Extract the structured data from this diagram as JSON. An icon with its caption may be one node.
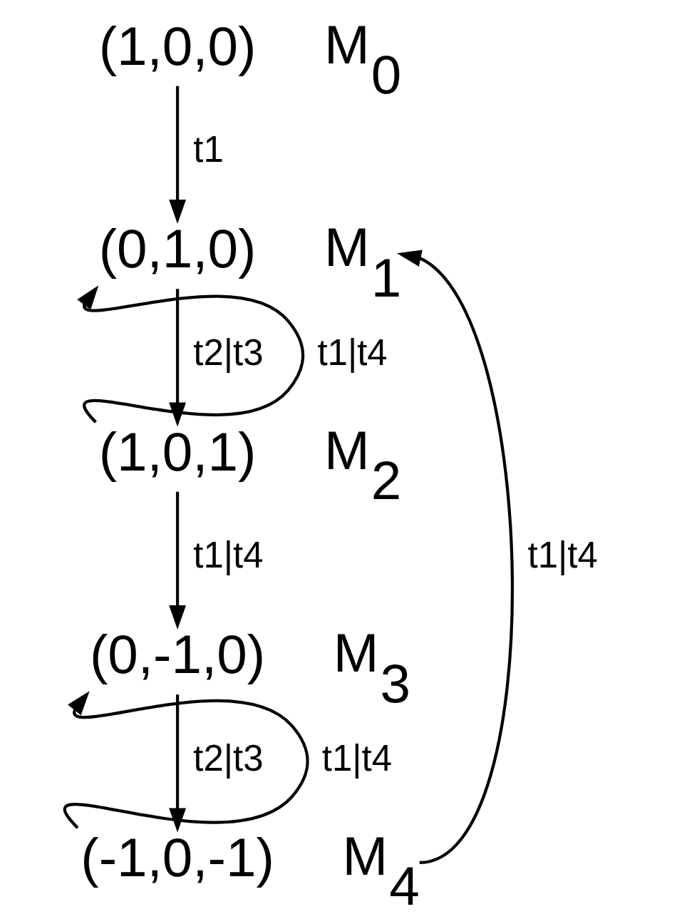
{
  "diagram": {
    "nodes": [
      {
        "text": [
          "(1,0,0)"
        ],
        "beside": [
          "M$_{0}$"
        ]
      },
      {
        "text": [
          "(0,1,0)"
        ],
        "beside": [
          "M$_{1}$"
        ]
      },
      {
        "text": [
          "(1,0,1)"
        ],
        "beside": [
          "M$_{2}$"
        ]
      },
      {
        "text": [
          "(0,-1,0)"
        ],
        "beside": [
          "M$_{3}$"
        ]
      },
      {
        "text": [
          "(-1,0,-1)"
        ],
        "beside": [
          "M$_{4}$"
        ]
      }
    ],
    "edges": [
      {
        "from": 0,
        "to": 1,
        "arrow": "to",
        "label": "t1"
      },
      {
        "from": 1,
        "to": 2,
        "arrow": "to",
        "label": "t2|t3"
      },
      {
        "from": 2,
        "to": 1,
        "arrow": "to",
        "label": "t1|t4"
      },
      {
        "from": 2,
        "to": 3,
        "arrow": "to",
        "label": "t1|t4"
      },
      {
        "from": 3,
        "to": 4,
        "arrow": "to",
        "label": "t2|t3"
      },
      {
        "from": 4,
        "to": 3,
        "arrow": "to",
        "label": "t1|t4"
      },
      {
        "from": 4,
        "to": 1,
        "arrow": "to",
        "label": "t1|t4"
      }
    ]
  }
}
